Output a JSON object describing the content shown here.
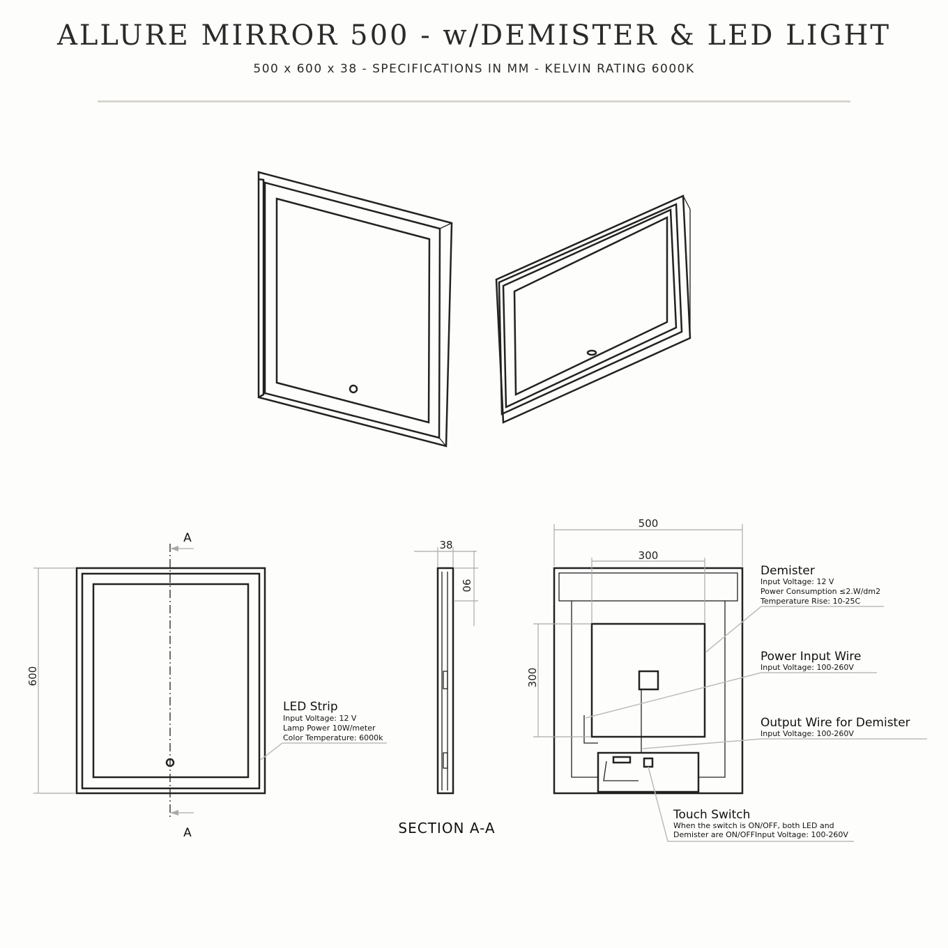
{
  "header": {
    "title": "ALLURE MIRROR 500 - w/DEMISTER & LED LIGHT",
    "subtitle": "500 x 600 x 38  -  SPECIFICATIONS IN MM - KELVIN RATING 6000K"
  },
  "front_view": {
    "section_mark_top": "A",
    "section_mark_bottom": "A",
    "height_dim": "600"
  },
  "section_view": {
    "label": "SECTION A-A",
    "depth_dim": "38",
    "offset_dim": "90"
  },
  "back_view": {
    "width_dim": "500",
    "inner_width_dim": "300",
    "inner_height_dim": "300"
  },
  "callouts": {
    "led_strip": {
      "title": "LED Strip",
      "lines": [
        "Input Voltage: 12 V",
        "Lamp Power 10W/meter",
        "Color Temperature: 6000k"
      ]
    },
    "demister": {
      "title": "Demister",
      "lines": [
        "Input Voltage: 12 V",
        "Power Consumption ≤2.W/dm2",
        "Temperature Rise: 10-25C"
      ]
    },
    "power_input": {
      "title": "Power Input Wire",
      "lines": [
        "Input Voltage: 100-260V"
      ]
    },
    "output_wire": {
      "title": "Output Wire for Demister",
      "lines": [
        "Input Voltage: 100-260V"
      ]
    },
    "touch_switch": {
      "title": "Touch Switch",
      "lines": [
        "When the switch is ON/OFF, both LED and",
        "Demister are ON/OFFInput Voltage: 100-260V"
      ]
    }
  },
  "colors": {
    "background": "#fdfdfb",
    "rule": "#d8d6cc",
    "line": "#222222"
  }
}
